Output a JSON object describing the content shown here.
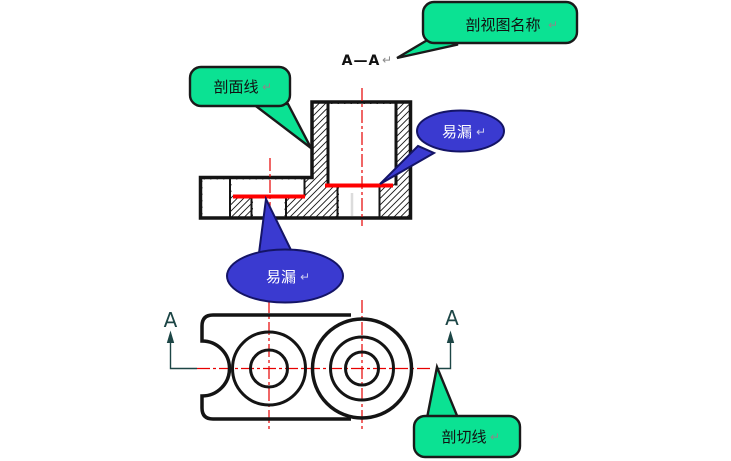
{
  "figure": {
    "section_title": "A—A",
    "return_mark": "↵",
    "plan_label_left": "A",
    "plan_label_right": "A"
  },
  "callouts": {
    "section_view_name": "剖视图名称",
    "hatch_line": "剖面线",
    "easy_miss_upper": "易漏",
    "easy_miss_lower": "易漏",
    "cutting_line": "剖切线"
  },
  "colors": {
    "callout_green": "#0be293",
    "callout_blue": "#3a3ad0",
    "highlight_red": "#ff0000",
    "centerline_red": "#e60000",
    "section_mark_teal": "#1d4646",
    "drawing_black": "#141414"
  }
}
